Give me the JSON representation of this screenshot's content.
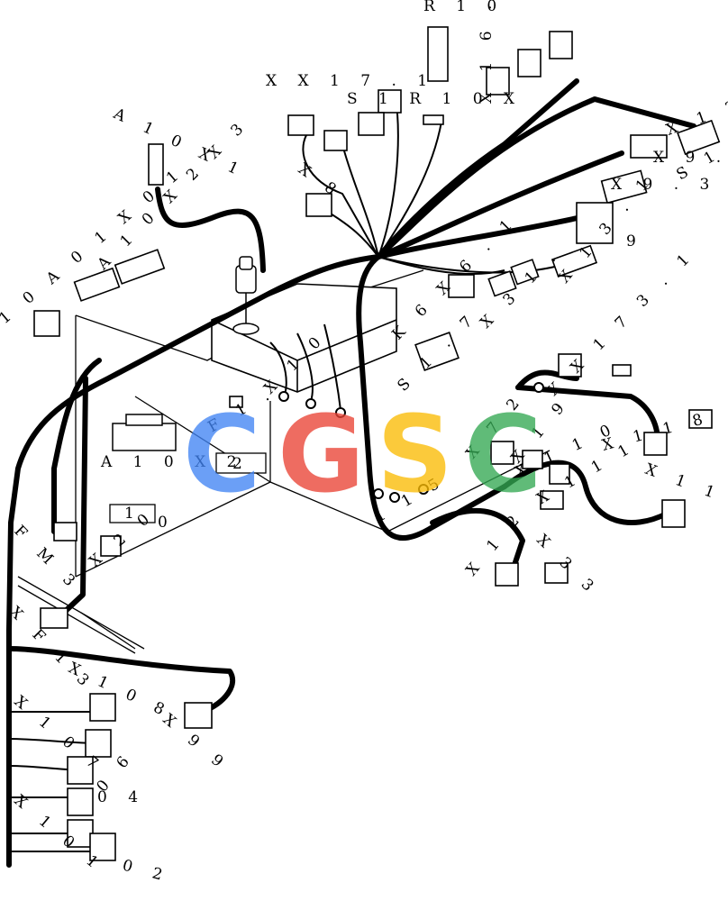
{
  "watermark": {
    "letters": [
      "C",
      "G",
      "S",
      "C"
    ],
    "colors": [
      "#4285f4",
      "#ea4335",
      "#fbbc05",
      "#34a853"
    ]
  },
  "labels": {
    "r10_top": "R 1 0",
    "x16_7": "X 1 6 . 7",
    "xx171": "X X 1 7 . 1",
    "s1_r10x": "S 1 R 1 0 X",
    "a10x1": "A 1 0 X 1",
    "x8": "X 8",
    "a10x2_x3": "A 1 0 X 2 X 3",
    "a10x1_side": "1 0 A 0 1 X 0 1",
    "x12": "X 1 2",
    "x9_3": "X 9 . 3",
    "s12": "S 1 2",
    "x9_3_lower": "X 9 . 3",
    "x9": "9",
    "x13": "X 1 3 . 1",
    "k6x": "K 6 X 6 . 1",
    "x31": "X 3 1 .",
    "s1_7": "S 1 . 7",
    "xx173": "X X 1 7 3 . 1",
    "x10": "X 1 0",
    "x118": "X 1 1 8",
    "x72": "X 7 2",
    "x19": "X 1 9",
    "x110": "X 1 1 0",
    "x119": "X 1 1 9",
    "x111": "X 1 1 1",
    "x12b": "X 1 2",
    "x33": "X 3 3",
    "x15": "1 1 5",
    "a10x2": "A 1 0 X 2",
    "f1": "F 1 .",
    "fm": "F M 3",
    "x20": "X 2 0",
    "xf13": "X F 1 3",
    "x108": "X 1 0 8",
    "x99": "X 9 9",
    "x107": "X 1 0 7",
    "x106": "0 6",
    "x104": "0 4",
    "x101": "X 1 0 1",
    "x102": "0 2",
    "box1": "1",
    "box2": "2",
    "box0": "0"
  }
}
